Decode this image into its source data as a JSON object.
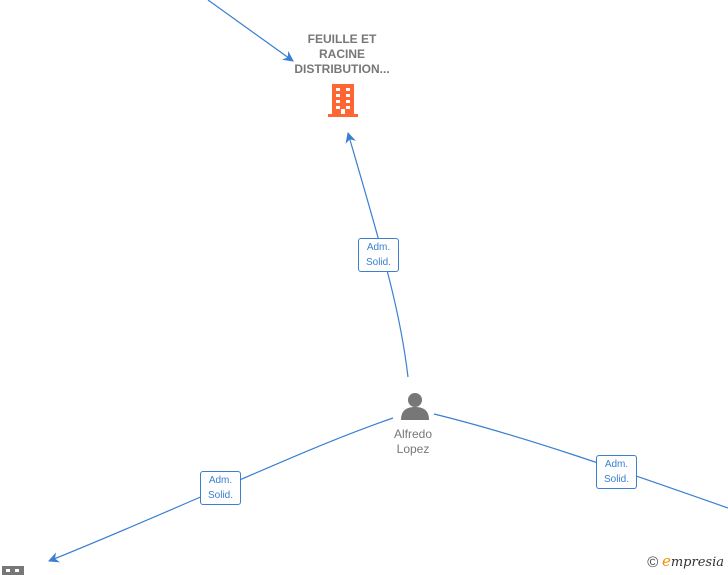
{
  "company": {
    "name_line1": "FEUILLE ET",
    "name_line2": "RACINE",
    "name_line3": "DISTRIBUTION...",
    "color": "#ff6633"
  },
  "person": {
    "name_line1": "Alfredo",
    "name_line2": "Lopez",
    "color": "#777777"
  },
  "edges": [
    {
      "line1": "Adm.",
      "line2": "Solid."
    },
    {
      "line1": "Adm.",
      "line2": "Solid."
    },
    {
      "line1": "Adm.",
      "line2": "Solid."
    }
  ],
  "edge_color": "#3a7fd0",
  "icons": {
    "company": "building-icon",
    "person": "person-icon",
    "partial": "building-icon"
  },
  "brand": {
    "copyright": "©",
    "initial": "e",
    "rest": "mpresia"
  }
}
